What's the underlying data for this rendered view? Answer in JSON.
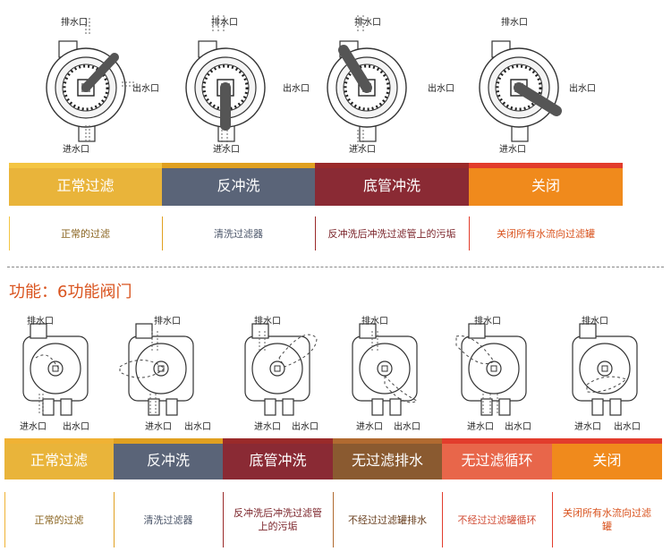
{
  "top": {
    "labels": {
      "drain": "排水口",
      "outlet": "出水口",
      "inlet": "进水口"
    },
    "segments": [
      {
        "label": "正常过滤",
        "desc": "正常的过滤",
        "color": "#e9b43a",
        "accent": "#f4c542",
        "text": "#8a6420"
      },
      {
        "label": "反冲洗",
        "desc": "清洗过滤器",
        "color": "#5a6478",
        "accent": "#e0a020",
        "text": "#4a5468"
      },
      {
        "label": "底管冲洗",
        "desc": "反冲洗后冲洗过滤管上的污垢",
        "color": "#8a2a34",
        "accent": "#9a2a2a",
        "text": "#7a2228"
      },
      {
        "label": "关闭",
        "desc": "关闭所有水流向过滤罐",
        "color": "#f08a1c",
        "accent": "#e23c2c",
        "text": "#d9531e"
      }
    ]
  },
  "section_title": "功能：6功能阀门",
  "bottom": {
    "labels": {
      "drain": "排水口",
      "outlet": "出水口",
      "inlet": "进水口"
    },
    "segments": [
      {
        "label": "正常过滤",
        "desc": "正常的过滤",
        "color": "#e9b43a",
        "accent": "#f0b234",
        "text": "#8a6420"
      },
      {
        "label": "反冲洗",
        "desc": "清洗过滤器",
        "color": "#5a6478",
        "accent": "#e0a020",
        "text": "#4a5468"
      },
      {
        "label": "底管冲洗",
        "desc": "反冲洗后冲洗过滤管上的污垢",
        "color": "#8a2a34",
        "accent": "#9a2a2a",
        "text": "#7a2228"
      },
      {
        "label": "无过滤排水",
        "desc": "不经过过滤罐排水",
        "color": "#8a5a30",
        "accent": "#b06a30",
        "text": "#6a4020"
      },
      {
        "label": "无过滤循环",
        "desc": "不经过过滤罐循环",
        "color": "#e8664a",
        "accent": "#e23c2c",
        "text": "#d04a32"
      },
      {
        "label": "关闭",
        "desc": "关闭所有水流向过滤罐",
        "color": "#f08a1c",
        "accent": "#e23c2c",
        "text": "#d9531e"
      }
    ]
  }
}
